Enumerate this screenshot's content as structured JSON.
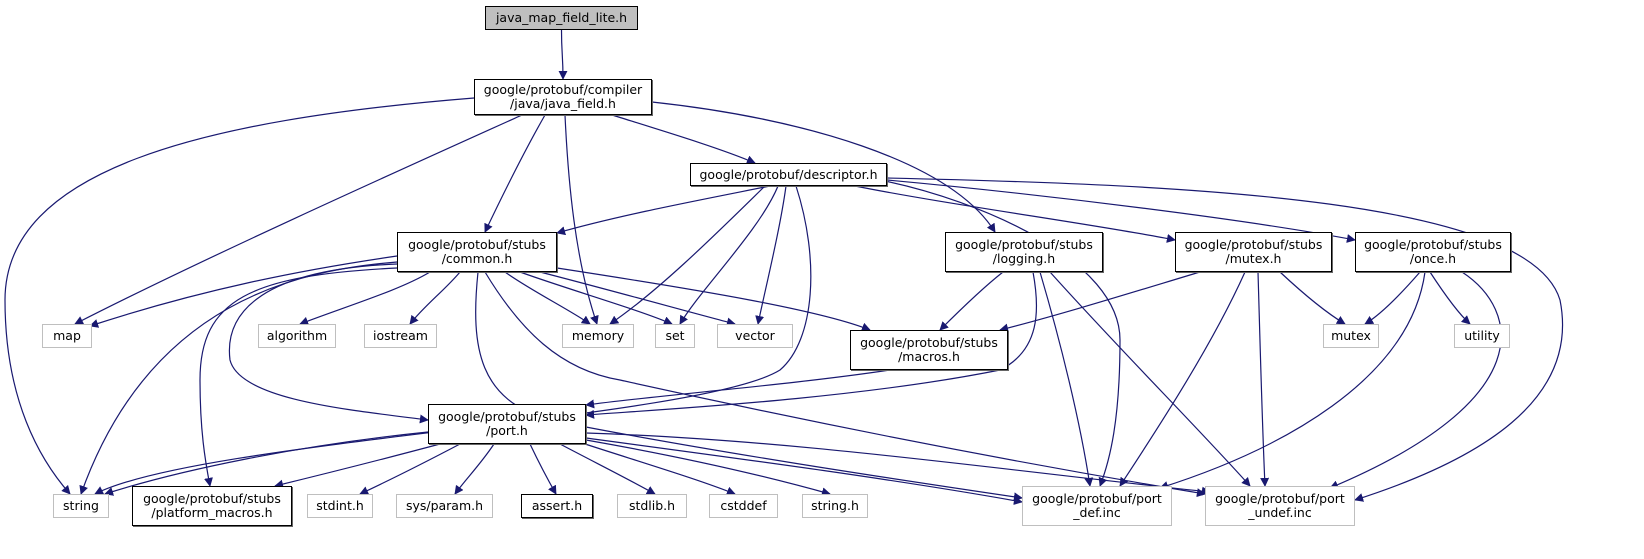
{
  "diagram": {
    "type": "include-dependency-graph",
    "edge_color": "#191970",
    "nodes": {
      "root": {
        "label": "java_map_field_lite.h",
        "kind": "root"
      },
      "java_field": {
        "label": "google/protobuf/compiler\n/java/java_field.h",
        "kind": "local"
      },
      "descriptor": {
        "label": "google/protobuf/descriptor.h",
        "kind": "local"
      },
      "common": {
        "label": "google/protobuf/stubs\n/common.h",
        "kind": "local"
      },
      "logging": {
        "label": "google/protobuf/stubs\n/logging.h",
        "kind": "local"
      },
      "mutex_h": {
        "label": "google/protobuf/stubs\n/mutex.h",
        "kind": "local"
      },
      "once": {
        "label": "google/protobuf/stubs\n/once.h",
        "kind": "local"
      },
      "map": {
        "label": "map",
        "kind": "system"
      },
      "algorithm": {
        "label": "algorithm",
        "kind": "system"
      },
      "iostream": {
        "label": "iostream",
        "kind": "system"
      },
      "memory": {
        "label": "memory",
        "kind": "system"
      },
      "set": {
        "label": "set",
        "kind": "system"
      },
      "vector": {
        "label": "vector",
        "kind": "system"
      },
      "macros": {
        "label": "google/protobuf/stubs\n/macros.h",
        "kind": "local"
      },
      "mutex": {
        "label": "mutex",
        "kind": "system"
      },
      "utility": {
        "label": "utility",
        "kind": "system"
      },
      "port": {
        "label": "google/protobuf/stubs\n/port.h",
        "kind": "local"
      },
      "string": {
        "label": "string",
        "kind": "system"
      },
      "platform_macros": {
        "label": "google/protobuf/stubs\n/platform_macros.h",
        "kind": "local"
      },
      "stdint": {
        "label": "stdint.h",
        "kind": "system"
      },
      "sysparam": {
        "label": "sys/param.h",
        "kind": "system"
      },
      "assert": {
        "label": "assert.h",
        "kind": "local"
      },
      "stdlib": {
        "label": "stdlib.h",
        "kind": "system"
      },
      "cstddef": {
        "label": "cstddef",
        "kind": "system"
      },
      "string_h": {
        "label": "string.h",
        "kind": "system"
      },
      "port_def": {
        "label": "google/protobuf/port\n_def.inc",
        "kind": "system"
      },
      "port_undef": {
        "label": "google/protobuf/port\n_undef.inc",
        "kind": "system"
      }
    },
    "edges": [
      [
        "root",
        "java_field"
      ],
      [
        "java_field",
        "string"
      ],
      [
        "java_field",
        "map"
      ],
      [
        "java_field",
        "common"
      ],
      [
        "java_field",
        "memory"
      ],
      [
        "java_field",
        "descriptor"
      ],
      [
        "java_field",
        "logging"
      ],
      [
        "descriptor",
        "common"
      ],
      [
        "descriptor",
        "memory"
      ],
      [
        "descriptor",
        "set"
      ],
      [
        "descriptor",
        "vector"
      ],
      [
        "descriptor",
        "string"
      ],
      [
        "descriptor",
        "port_def"
      ],
      [
        "descriptor",
        "mutex_h"
      ],
      [
        "descriptor",
        "once"
      ],
      [
        "descriptor",
        "port_undef"
      ],
      [
        "common",
        "map"
      ],
      [
        "common",
        "string"
      ],
      [
        "common",
        "platform_macros"
      ],
      [
        "common",
        "port"
      ],
      [
        "common",
        "algorithm"
      ],
      [
        "common",
        "iostream"
      ],
      [
        "common",
        "memory"
      ],
      [
        "common",
        "set"
      ],
      [
        "common",
        "vector"
      ],
      [
        "common",
        "macros"
      ],
      [
        "common",
        "port_def"
      ],
      [
        "common",
        "port_undef"
      ],
      [
        "logging",
        "macros"
      ],
      [
        "logging",
        "port"
      ],
      [
        "logging",
        "port_def"
      ],
      [
        "logging",
        "port_undef"
      ],
      [
        "mutex_h",
        "macros"
      ],
      [
        "mutex_h",
        "mutex"
      ],
      [
        "mutex_h",
        "port_def"
      ],
      [
        "mutex_h",
        "port_undef"
      ],
      [
        "once",
        "mutex"
      ],
      [
        "once",
        "utility"
      ],
      [
        "once",
        "port_def"
      ],
      [
        "once",
        "port_undef"
      ],
      [
        "macros",
        "port"
      ],
      [
        "port",
        "string"
      ],
      [
        "port",
        "platform_macros"
      ],
      [
        "port",
        "stdint"
      ],
      [
        "port",
        "sysparam"
      ],
      [
        "port",
        "assert"
      ],
      [
        "port",
        "stdlib"
      ],
      [
        "port",
        "cstddef"
      ],
      [
        "port",
        "string_h"
      ],
      [
        "port",
        "port_def"
      ],
      [
        "port",
        "port_undef"
      ]
    ]
  }
}
